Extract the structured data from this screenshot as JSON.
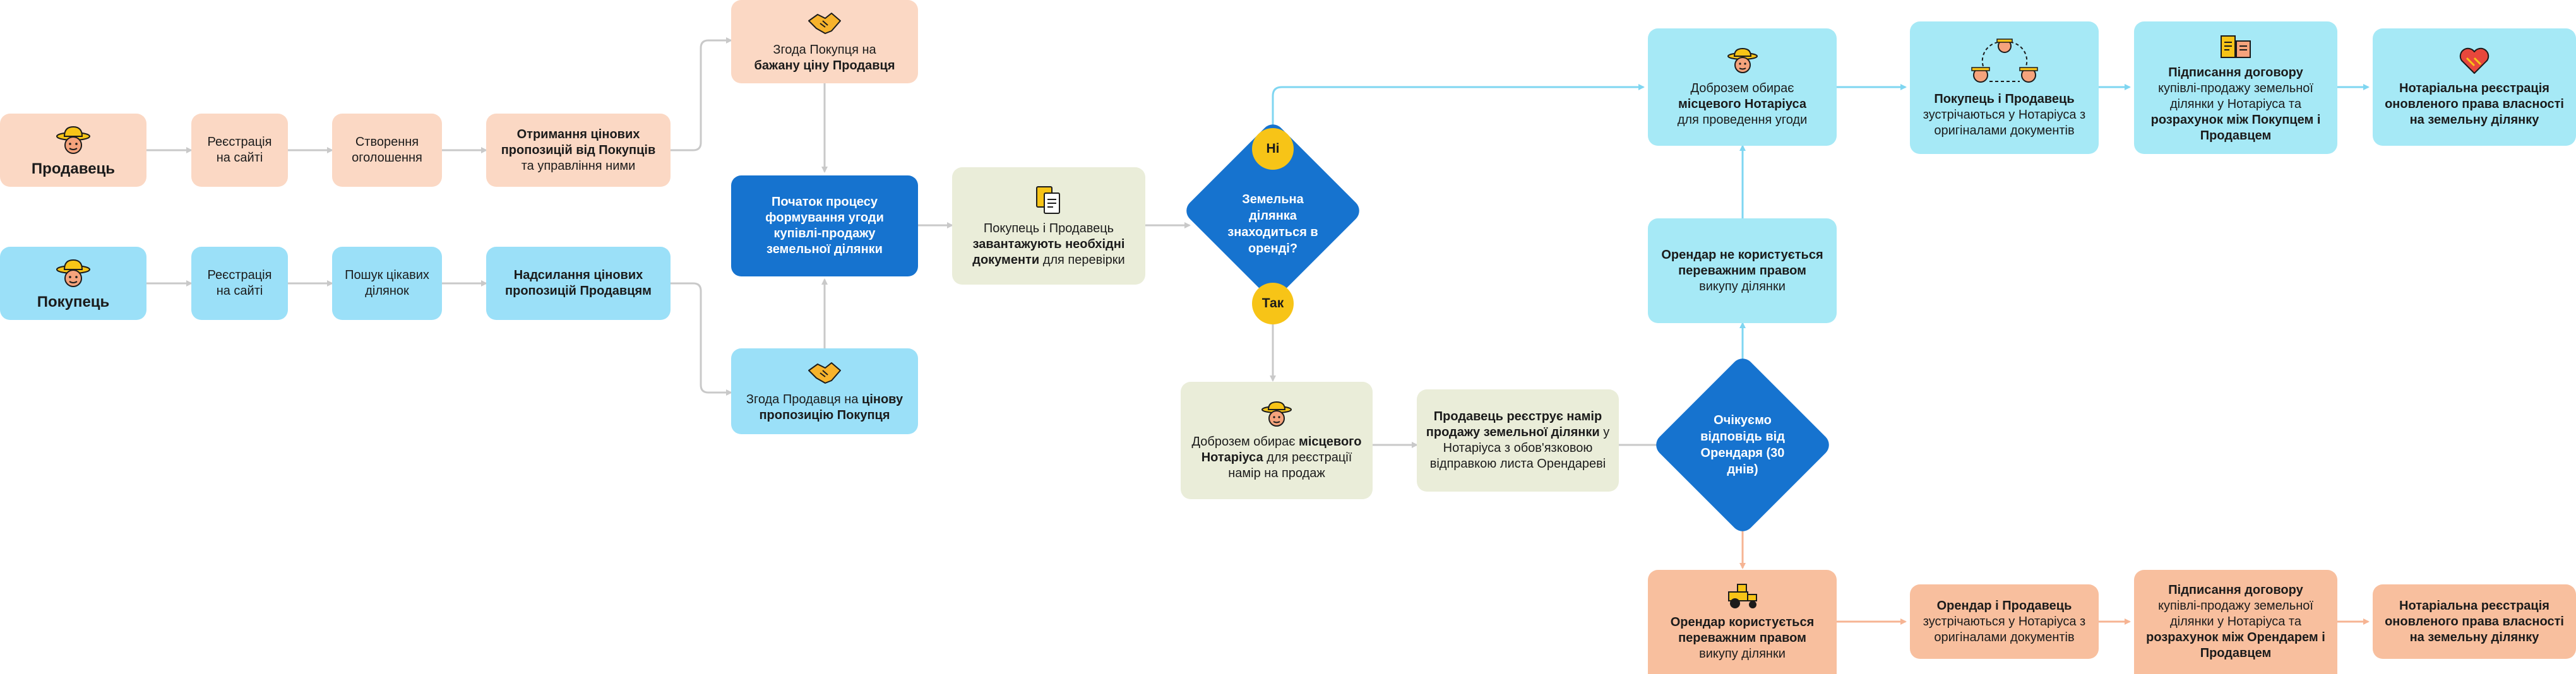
{
  "colors": {
    "seller": "#fbd8c4",
    "buyer": "#9be0f8",
    "process": "#1673cf",
    "documents": "#eaedd9",
    "no_branch": "#a6e9f6",
    "tenant_branch": "#f8bf9e",
    "badge": "#f7c417"
  },
  "seller": {
    "label": "Продавець",
    "step1": "Реєстрація на сайті",
    "step2": "Створення оголошення",
    "step3_bold": "Отримання цінових пропозицій від Покупців",
    "step3_rest": "та управління ними"
  },
  "buyer": {
    "label": "Покупець",
    "step1": "Реєстрація на сайті",
    "step2": "Пошук цікавих ділянок",
    "step3_bold": "Надсилання цінових пропозицій Продавцям"
  },
  "agree_top": {
    "text": "Згода Покупця на",
    "bold": "бажану ціну Продавця"
  },
  "agree_bottom": {
    "text": "Згода Продавця на",
    "bold": "цінову пропозицію Покупця"
  },
  "start_process": "Початок процесу формування угоди купівлі-продажу земельної ділянки",
  "documents": {
    "text1": "Покупець і Продавець",
    "bold": "завантажують необхідні документи",
    "text2": "для перевірки"
  },
  "decision1": {
    "text": "Земельна ділянка знаходиться в оренді?",
    "no": "Ні",
    "yes": "Так"
  },
  "yes_branch": {
    "notary": {
      "text1": "Доброзем обирає",
      "bold": "місцевого Нотаріуса",
      "text2": "для реєстрації намір на продаж"
    },
    "register": {
      "bold": "Продавець реєструє намір продажу земельної ділянки",
      "text": "у Нотаріуса з обов'язковою відправкою листа Орендареві"
    },
    "decision2": "Очікуємо відповідь від Орендаря (30 днів)"
  },
  "no_branch": {
    "notary": {
      "text1": "Доброзем обирає",
      "bold": "місцевого Нотаріуса",
      "text2": "для проведення угоди"
    },
    "meet": {
      "bold": "Покупець і Продавець",
      "text": "зустрічаються у Нотаріуса з оригіналами документів"
    },
    "contract": {
      "bold1": "Підписання договору",
      "text": "купівлі-продажу земельної ділянки у Нотаріуса та",
      "bold2": "розрахунок між Покупцем і Продавцем"
    },
    "final": "Нотаріальна реєстрація оновленого права власності на земельну ділянку"
  },
  "tenant_declines": {
    "bold": "Орендар не користується переважним правом",
    "text": "викупу ділянки"
  },
  "tenant_branch": {
    "uses": {
      "bold": "Орендар користується переважним правом",
      "text": "викупу ділянки"
    },
    "meet": {
      "bold": "Орендар і Продавець",
      "text": "зустрічаються у Нотаріуса з оригіналами документів"
    },
    "contract": {
      "bold1": "Підписання договору",
      "text": "купівлі-продажу земельної ділянки у Нотаріуса та",
      "bold2": "розрахунок між Орендарем і Продавцем"
    },
    "final": "Нотаріальна реєстрація оновленого права власності на земельну ділянку"
  },
  "icons": [
    "farmer-icon",
    "handshake-icon",
    "documents-icon",
    "notary-icon",
    "meeting-icon",
    "contract-icon",
    "heart-icon",
    "tractor-icon"
  ]
}
